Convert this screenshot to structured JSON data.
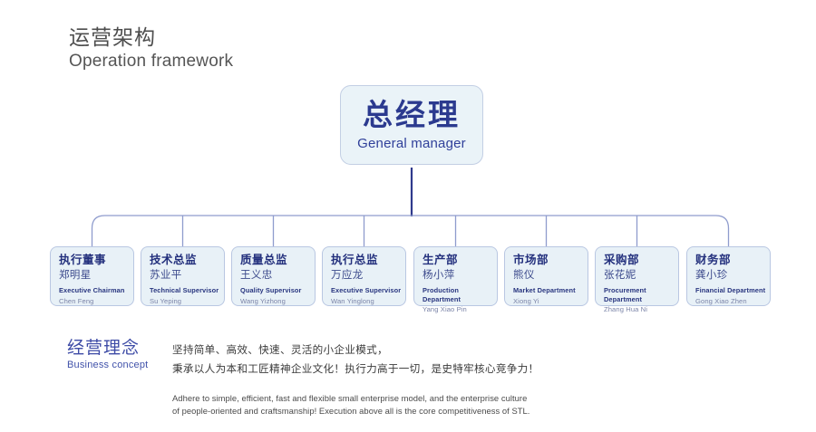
{
  "header": {
    "title_cn": "运营架构",
    "title_en": "Operation framework"
  },
  "colors": {
    "node_fill": "#e8f1f7",
    "node_border": "#b9c7e2",
    "title_navy": "#23307d",
    "accent_blue": "#2b3a8f",
    "connector": "#8f9ccd",
    "stem": "#2f3a8c",
    "concept_label": "#3d4ba6",
    "header_gray": "#4d4d4d"
  },
  "root": {
    "title_cn": "总经理",
    "title_en": "General manager"
  },
  "departments": [
    {
      "title_cn": "执行董事",
      "name_cn": "郑明星",
      "title_en": "Executive Chairman",
      "name_en": "Chen Feng"
    },
    {
      "title_cn": "技术总监",
      "name_cn": "苏业平",
      "title_en": "Technical Supervisor",
      "name_en": "Su Yeping"
    },
    {
      "title_cn": "质量总监",
      "name_cn": "王义忠",
      "title_en": "Quality Supervisor",
      "name_en": "Wang Yizhong"
    },
    {
      "title_cn": "执行总监",
      "name_cn": "万应龙",
      "title_en": "Executive Supervisor",
      "name_en": "Wan Yinglong"
    },
    {
      "title_cn": "生产部",
      "name_cn": "杨小萍",
      "title_en": "Production Department",
      "name_en": "Yang Xiao Pin"
    },
    {
      "title_cn": "市场部",
      "name_cn": "熊仪",
      "title_en": "Market Department",
      "name_en": "Xiong Yi"
    },
    {
      "title_cn": "采购部",
      "name_cn": "张花妮",
      "title_en": "Procurement Department",
      "name_en": "Zhang Hua Ni"
    },
    {
      "title_cn": "财务部",
      "name_cn": "龚小珍",
      "title_en": "Financial Department",
      "name_en": "Gong Xiao Zhen"
    }
  ],
  "concept": {
    "label_cn": "经营理念",
    "label_en": "Business concept",
    "cn_line1": "坚持简单、高效、快速、灵活的小企业模式，",
    "cn_line2": "秉承以人为本和工匠精神企业文化！执行力高于一切，是史特牢核心竞争力！",
    "en_line1": "Adhere to simple, efficient, fast and flexible small enterprise model, and the enterprise culture",
    "en_line2": "of people-oriented and craftsmanship! Execution above all is the core competitiveness of STL."
  }
}
